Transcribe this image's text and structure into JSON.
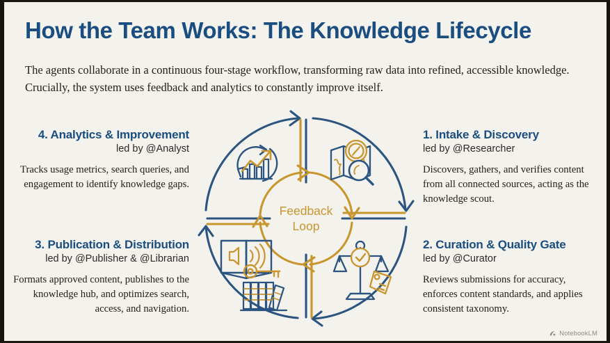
{
  "header": {
    "title": "How the Team Works: The Knowledge Lifecycle",
    "subtitle": "The agents collaborate in a continuous four-stage workflow, transforming raw data into refined, accessible knowledge. Crucially, the system uses feedback and analytics to constantly improve itself."
  },
  "center": {
    "line1": "Feedback",
    "line2": "Loop"
  },
  "stages": [
    {
      "heading": "1. Intake & Discovery",
      "led_by": "led by @Researcher",
      "body": "Discovers, gathers, and verifies content from all connected sources, acting as the knowledge scout.",
      "icon": "map-compass-magnifier-icon"
    },
    {
      "heading": "2. Curation & Quality Gate",
      "led_by": "led by @Curator",
      "body": "Reviews submissions for accuracy, enforces content standards, and applies consistent taxonomy.",
      "icon": "balance-scale-check-tag-icon"
    },
    {
      "heading": "3. Publication & Distribution",
      "led_by": "led by @Publisher & @Librarian",
      "body": "Formats approved content, publishes to the knowledge hub, and optimizes search, access, and navigation.",
      "icon": "open-book-speaker-key-books-icon"
    },
    {
      "heading": "4. Analytics & Improvement",
      "led_by": "led by @Analyst",
      "body": "Tracks usage metrics, search queries, and engagement to identify knowledge gaps.",
      "icon": "bar-chart-trend-refresh-icon"
    }
  ],
  "footer": {
    "watermark": "NotebookLM"
  },
  "colors": {
    "background": "#f4f2ec",
    "navy": "#1a4d80",
    "navy_line": "#2b5580",
    "gold": "#c8952e",
    "body_text": "#23201c"
  }
}
